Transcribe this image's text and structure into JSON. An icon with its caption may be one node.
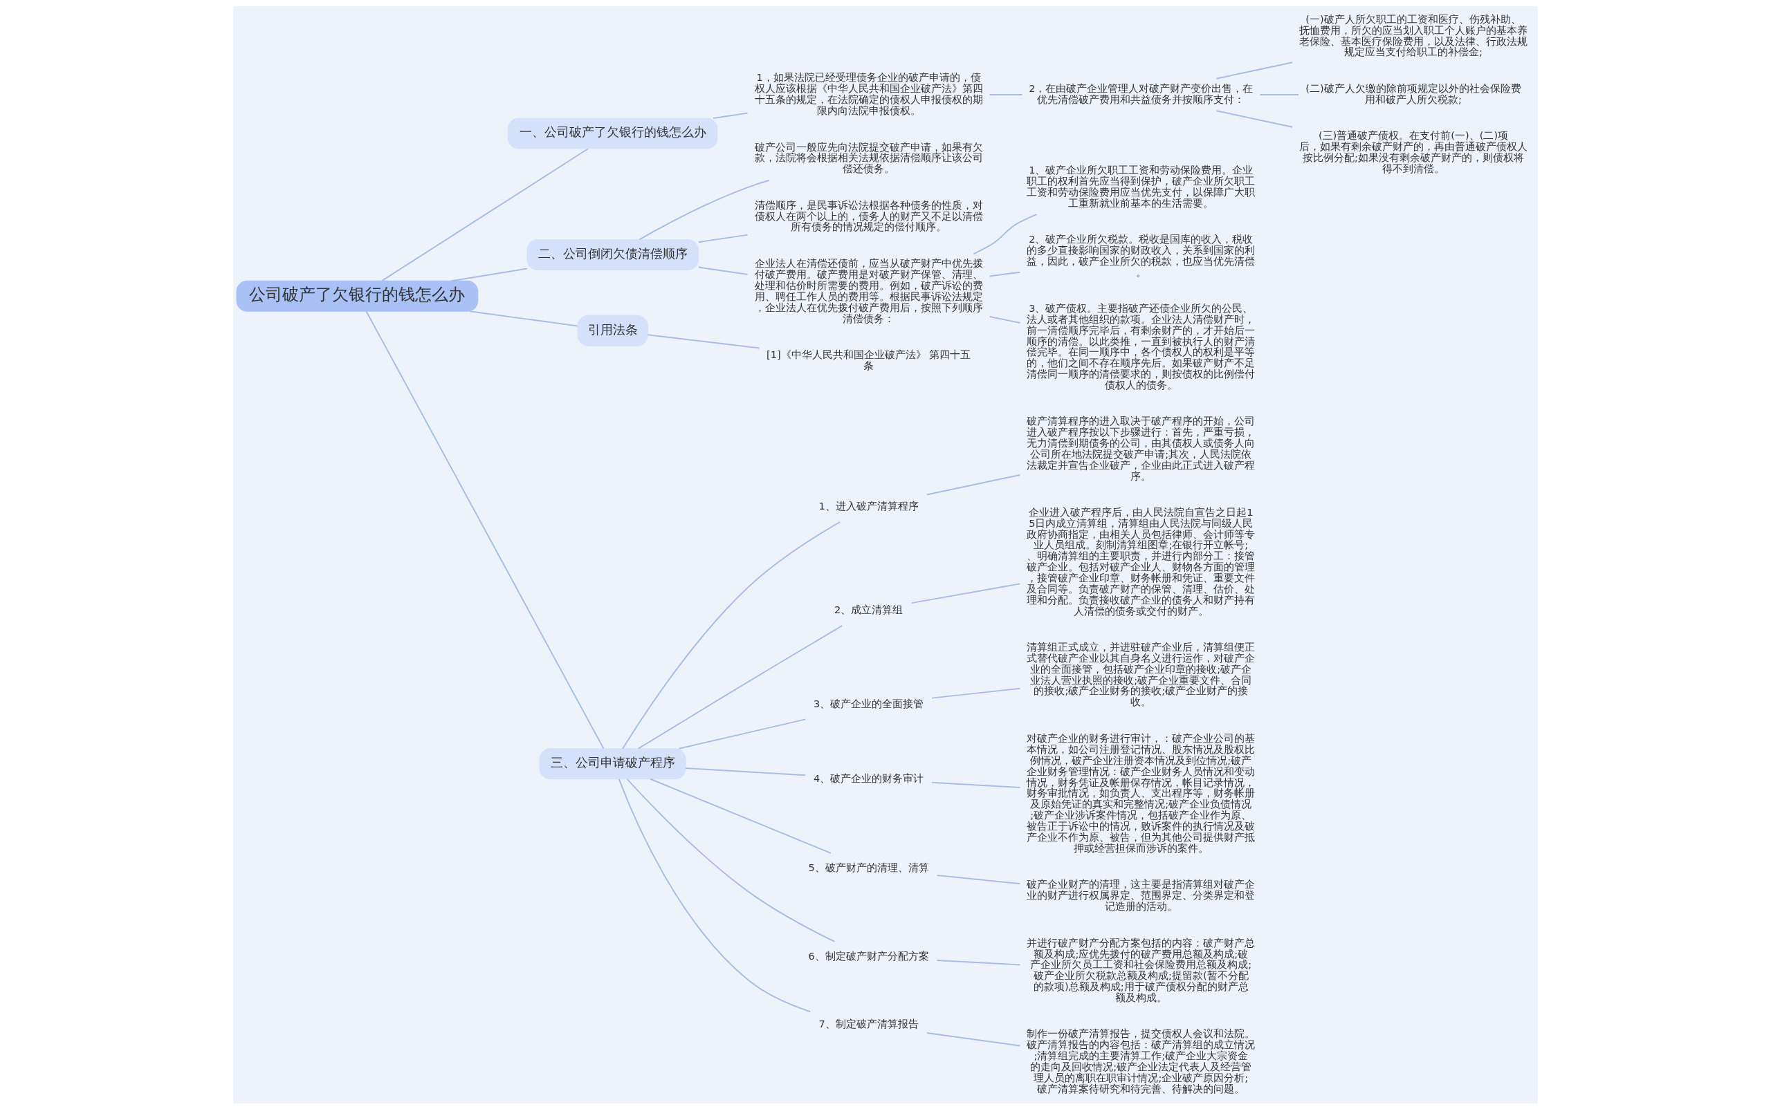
{
  "diagram": {
    "nodes": [
      {
        "text": [
          "公司破产了欠银行的钱怎么办"
        ]
      },
      {
        "text": [
          "一、公司破产了欠银行的钱怎么办"
        ]
      },
      {
        "text": [
          "1，如果法院已经受理债务企业的破产申请的，债权人应该根据《中华人民共和国企业破产法》第四十五条的规定，在法院确定的债权人申报债权的期限内向法院申报债权。"
        ]
      },
      {
        "text": [
          "2，在由破产企业管理人对破产财产变价出售，在优先清偿破产费用和共益债务并按顺序支付："
        ]
      },
      {
        "text": [
          "(一)破产人所欠职工的工资和医疗、伤残补助、抚恤费用，所欠的应当划入职工个人账户的基本养老保险、基本医疗保险费用，以及法律、行政法规规定应当支付给职工的补偿金;"
        ]
      },
      {
        "text": [
          "(二)破产人欠缴的除前项规定以外的社会保险费用和破产人所欠税款;"
        ]
      },
      {
        "text": [
          "(三)普通破产债权。在支付前(一)、(二)项后，如果有剩余破产财产的，再由普通破产债权人按比例分配;如果没有剩余破产财产的，则债权将得不到清偿。"
        ]
      },
      {
        "text": [
          "二、公司倒闭欠债清偿顺序"
        ]
      },
      {
        "text": [
          "破产公司一般应先向法院提交破产申请，如果有欠款，法院将会根据相关法规依据清偿顺序让该公司偿还债务。"
        ]
      },
      {
        "text": [
          "清偿顺序，是民事诉讼法根据各种债务的性质，对债权人在两个以上的，债务人的财产又不足以清偿所有债务的情况规定的偿付顺序。"
        ]
      },
      {
        "text": [
          "企业法人在清偿还债前，应当从破产财产中优先拨付破产费用。破产费用是对破产财产保管、清理、处理和估价时所需要的费用。例如，破产诉讼的费用、聘任工作人员的费用等。根据民事诉讼法规定，企业法人在优先拨付破产费用后，按照下列顺序清偿债务："
        ]
      },
      {
        "text": [
          "1、破产企业所欠职工工资和劳动保险费用。企业职工的权利首先应当得到保护，破产企业所欠职工工资和劳动保险费用应当优先支付，以保障广大职工重新就业前基本的生活需要。"
        ]
      },
      {
        "text": [
          "2、破产企业所欠税款。税收是国库的收入，税收的多少直接影响国家的财政收入，关系到国家的利益，因此，破产企业所欠的税款，也应当优先清偿。"
        ]
      },
      {
        "text": [
          "3、破产债权。主要指破产还债企业所欠的公民、法人或者其他组织的款项。企业法人清偿财产时，前一清偿顺序完毕后，有剩余财产的，才开始后一顺序的清偿。以此类推，一直到被执行人的财产清偿完毕。在同一顺序中，各个债权人的权利是平等的，他们之间不存在顺序先后。如果破产财产不足清偿同一顺序的清偿要求的，则按债权的比例偿付债权人的债务。"
        ]
      },
      {
        "text": [
          "引用法条"
        ]
      },
      {
        "text": [
          "[1]《中华人民共和国企业破产法》 第四十五条"
        ]
      },
      {
        "text": [
          "三、公司申请破产程序"
        ]
      },
      {
        "text": [
          "1、进入破产清算程序"
        ]
      },
      {
        "text": [
          "破产清算程序的进入取决于破产程序的开始，公司进入破产程序按以下步骤进行：首先，严重亏损，无力清偿到期债务的公司，由其债权人或债务人向公司所在地法院提交破产申请;其次，人民法院依法裁定并宣告企业破产，企业由此正式进入破产程序。"
        ]
      },
      {
        "text": [
          "2、成立清算组"
        ]
      },
      {
        "text": [
          "企业进入破产程序后，由人民法院自宣告之日起15日内成立清算组，清算组由人民法院与同级人民政府协商指定，由相关人员包括律师、会计师等专业人员组成。刻制清算组图章;在银行开立帐号;、明确清算组的主要职责，并进行内部分工：接管破产企业。包括对破产企业人、财物各方面的管理，接管破产企业印章、财务帐册和凭证、重要文件及合同等。负责破产财产的保管、清理、估价、处理和分配。负责接收破产企业的债务人和财产持有人清偿的债务或交付的财产。"
        ]
      },
      {
        "text": [
          "3、破产企业的全面接管"
        ]
      },
      {
        "text": [
          "清算组正式成立，并进驻破产企业后，清算组便正式替代破产企业以其自身名义进行运作，对破产企业的全面接管，包括破产企业印章的接收;破产企业法人营业执照的接收;破产企业重要文件、合同的接收;破产企业财务的接收;破产企业财产的接收。"
        ]
      },
      {
        "text": [
          "4、破产企业的财务审计"
        ]
      },
      {
        "text": [
          "对破产企业的财务进行审计，：破产企业公司的基本情况，如公司注册登记情况、股东情况及股权比例情况，破产企业注册资本情况及到位情况;破产企业财务管理情况：破产企业财务人员情况和变动情况，财务凭证及帐册保存情况，帐目记录情况，财务审批情况，如负责人、支出程序等，财务帐册及原始凭证的真实和完整情况;破产企业负债情况;破产企业涉诉案件情况，包括破产企业作为原、被告正于诉讼中的情况，败诉案件的执行情况及破产企业不作为原、被告，但为其他公司提供财产抵押或经营担保而涉诉的案件。"
        ]
      },
      {
        "text": [
          "5、破产财产的清理、清算"
        ]
      },
      {
        "text": [
          "破产企业财产的清理，这主要是指清算组对破产企业的财产进行权属界定、范围界定、分类界定和登记造册的活动。"
        ]
      },
      {
        "text": [
          "6、制定破产财产分配方案"
        ]
      },
      {
        "text": [
          "并进行破产财产分配方案包括的内容：破产财产总额及构成;应优先拨付的破产费用总额及构成;破产企业所欠员工工资和社会保险费用总额及构成;破产企业所欠税款总额及构成;提留款(暂不分配的款项)总额及构成;用于破产债权分配的财产总额及构成。"
        ]
      },
      {
        "text": [
          "7、制定破产清算报告"
        ]
      },
      {
        "text": [
          "制作一份破产清算报告，提交债权人会议和法院。破产清算报告的内容包括：破产清算组的成立情况;清算组完成的主要清算工作;破产企业大宗资金的走向及回收情况;破产企业法定代表人及经营管理人员的离职在职审计情况;企业破产原因分析;破产清算案待研究和待完善、待解决的问题。"
        ]
      }
    ],
    "edges": [
      {
        "from": 0,
        "to": 1,
        "arrow": "none"
      },
      {
        "from": 1,
        "to": 2,
        "arrow": "none"
      },
      {
        "from": 2,
        "to": 3,
        "arrow": "none"
      },
      {
        "from": 3,
        "to": 4,
        "arrow": "none"
      },
      {
        "from": 3,
        "to": 5,
        "arrow": "none"
      },
      {
        "from": 3,
        "to": 6,
        "arrow": "none"
      },
      {
        "from": 0,
        "to": 7,
        "arrow": "none"
      },
      {
        "from": 7,
        "to": 8,
        "arrow": "none"
      },
      {
        "from": 7,
        "to": 9,
        "arrow": "none"
      },
      {
        "from": 7,
        "to": 10,
        "arrow": "none"
      },
      {
        "from": 10,
        "to": 11,
        "arrow": "none"
      },
      {
        "from": 10,
        "to": 12,
        "arrow": "none"
      },
      {
        "from": 10,
        "to": 13,
        "arrow": "none"
      },
      {
        "from": 0,
        "to": 14,
        "arrow": "none"
      },
      {
        "from": 14,
        "to": 15,
        "arrow": "none"
      },
      {
        "from": 0,
        "to": 16,
        "arrow": "none"
      },
      {
        "from": 16,
        "to": 17,
        "arrow": "none"
      },
      {
        "from": 17,
        "to": 18,
        "arrow": "none"
      },
      {
        "from": 16,
        "to": 19,
        "arrow": "none"
      },
      {
        "from": 19,
        "to": 20,
        "arrow": "none"
      },
      {
        "from": 16,
        "to": 21,
        "arrow": "none"
      },
      {
        "from": 21,
        "to": 22,
        "arrow": "none"
      },
      {
        "from": 16,
        "to": 23,
        "arrow": "none"
      },
      {
        "from": 23,
        "to": 24,
        "arrow": "none"
      },
      {
        "from": 16,
        "to": 25,
        "arrow": "none"
      },
      {
        "from": 25,
        "to": 26,
        "arrow": "none"
      },
      {
        "from": 16,
        "to": 27,
        "arrow": "none"
      },
      {
        "from": 27,
        "to": 28,
        "arrow": "none"
      },
      {
        "from": 16,
        "to": 29,
        "arrow": "none"
      },
      {
        "from": 29,
        "to": 30,
        "arrow": "none"
      }
    ]
  }
}
